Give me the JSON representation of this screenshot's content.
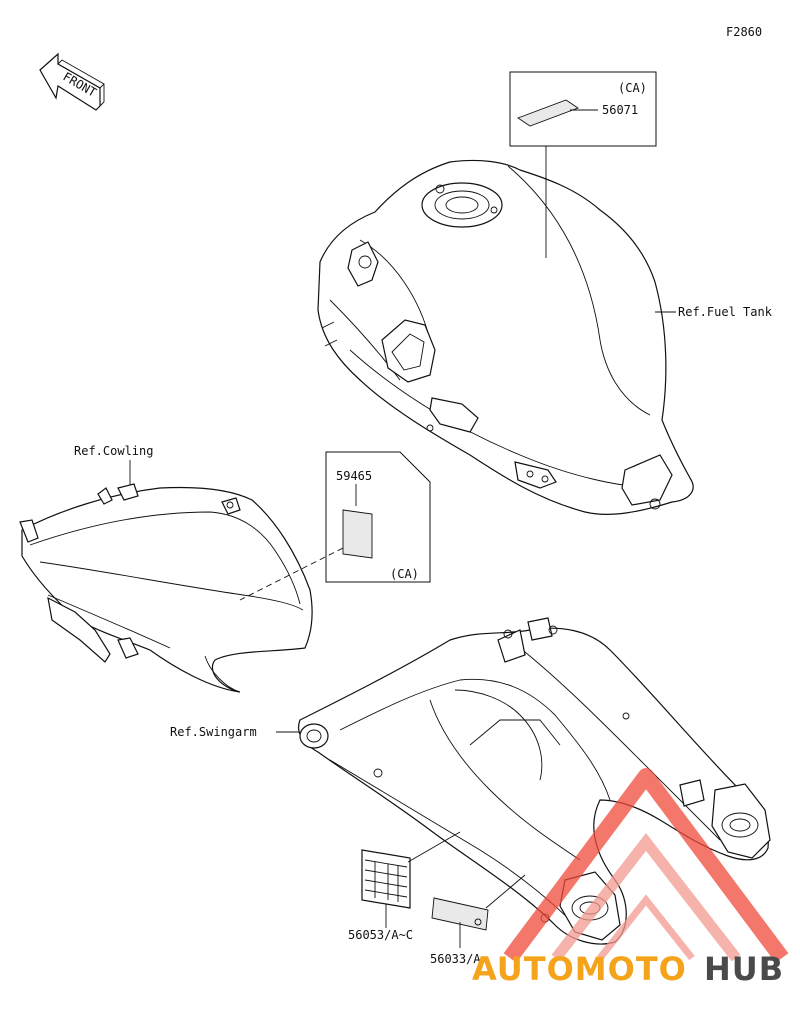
{
  "figure_code": "F2860",
  "front_label": "FRONT",
  "labels": {
    "fuel_tank_ref": "Ref.Fuel Tank",
    "cowling_ref": "Ref.Cowling",
    "swingarm_ref": "Ref.Swingarm"
  },
  "parts": {
    "tank_label": {
      "number": "56071",
      "region": "(CA)"
    },
    "cowling_label": {
      "number": "59465",
      "region": "(CA)"
    },
    "swingarm_label_large": {
      "number": "56053/A~C"
    },
    "swingarm_label_small": {
      "number": "56033/A"
    }
  },
  "watermark": {
    "part1": "AUTOMOTO",
    "part2": "HUB",
    "colors": {
      "red": "#f04a3a",
      "pink": "#f29a90",
      "orange": "#f5a31a",
      "gray": "#4a4a4a"
    }
  }
}
